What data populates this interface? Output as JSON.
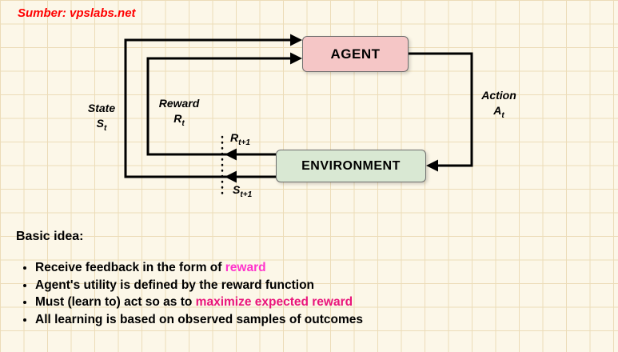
{
  "source": {
    "label": "Sumber: vpslabs.net"
  },
  "diagram": {
    "agent_label": "AGENT",
    "environment_label": "ENVIRONMENT",
    "state": {
      "word": "State",
      "base": "S",
      "sub": "t"
    },
    "reward": {
      "word": "Reward",
      "base": "R",
      "sub": "t"
    },
    "action": {
      "word": "Action",
      "base": "A",
      "sub": "t"
    },
    "reward_next": {
      "base": "R",
      "sub": "t+1"
    },
    "state_next": {
      "base": "S",
      "sub": "t+1"
    }
  },
  "notes": {
    "heading": "Basic idea:",
    "bullets": [
      {
        "prefix": "Receive feedback in the form of ",
        "highlight": "reward"
      },
      {
        "text": "Agent's utility is defined by the reward function"
      },
      {
        "prefix": "Must (learn to) act so as to ",
        "highlight": "maximize expected reward"
      },
      {
        "text": "All learning is based on observed samples of outcomes"
      }
    ]
  },
  "colors": {
    "credit_red": "#ff0000",
    "agent_fill": "#f5c6c6",
    "environment_fill": "#d9e8d3",
    "highlight_reward": "#ff33cc",
    "highlight_maximize": "#e9157b",
    "arrow": "#000000"
  }
}
